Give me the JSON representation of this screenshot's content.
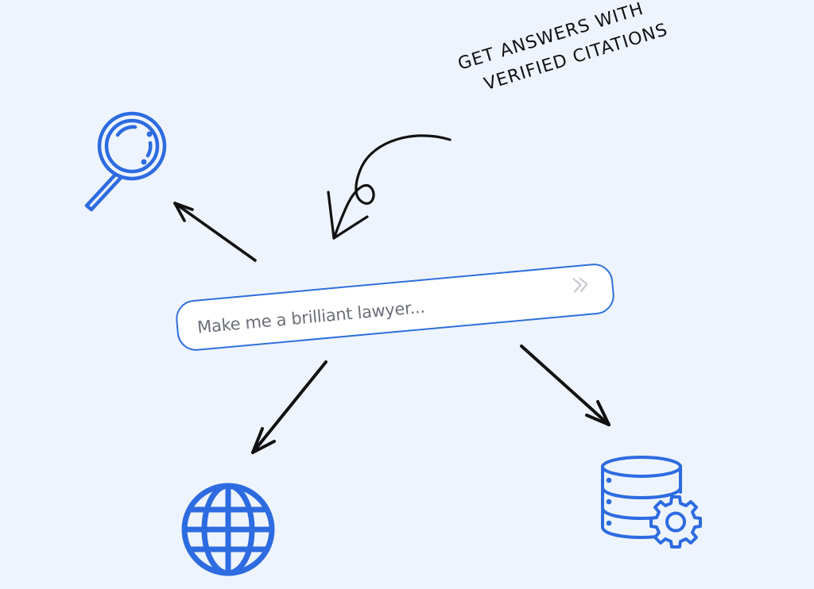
{
  "search": {
    "placeholder": "Make me a brilliant lawyer...",
    "value": "",
    "submit_icon": "double-chevron-right-icon"
  },
  "annotation": {
    "line1": "Get answers with",
    "line2": "verified citations"
  },
  "icons": {
    "top_left": "magnifying-glass-icon",
    "bottom_left": "globe-icon",
    "bottom_right": "database-gear-icon"
  },
  "colors": {
    "background": "#eef4fe",
    "accent": "#2f6fdc",
    "icon_blue": "#2d6be0",
    "arrow": "#111111",
    "placeholder_text": "#6b6f78",
    "submit_icon": "#c9ccd2"
  }
}
